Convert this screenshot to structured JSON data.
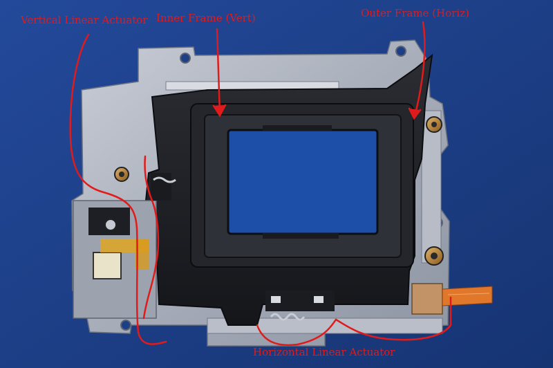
{
  "photo": {
    "subject": "camera sensor-shift stabilization mechanism",
    "background_color": "#1d3f86",
    "annotation_color": "#e11b1b"
  },
  "annotations": {
    "vertical_linear_actuator": "Vertical Linear Actuator",
    "inner_frame": "Inner Frame (Vert)",
    "outer_frame": "Outer Frame (Horiz)",
    "horizontal_linear_actuator": "Horizontal Linear Actuator"
  }
}
